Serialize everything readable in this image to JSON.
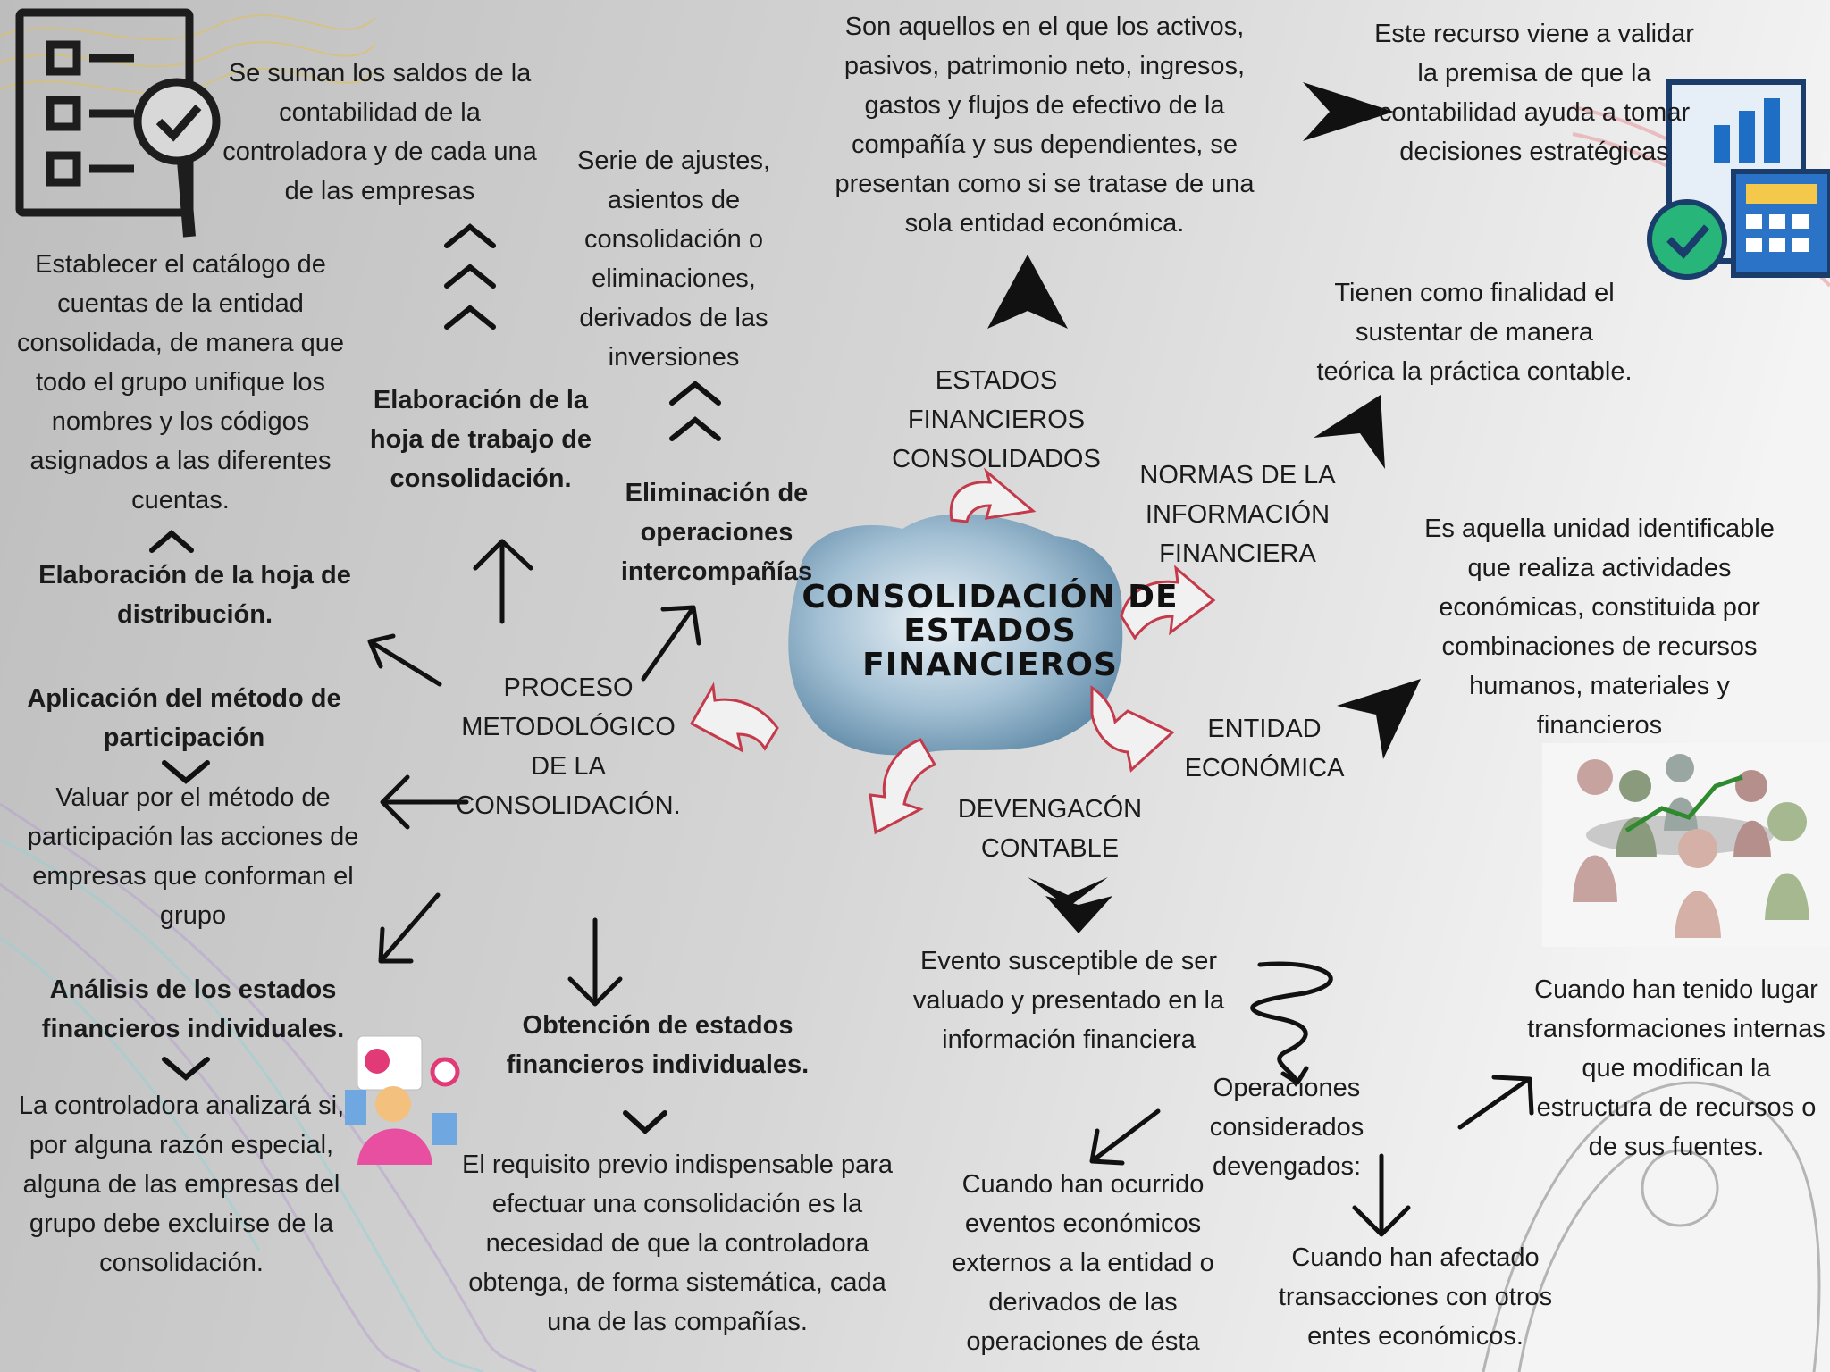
{
  "center": {
    "title": "CONSOLIDACIÓN DE ESTADOS FINANCIEROS"
  },
  "branches": {
    "estados_financieros": "ESTADOS FINANCIEROS CONSOLIDADOS",
    "normas": "NORMAS DE LA INFORMACIÓN FINANCIERA",
    "entidad": "ENTIDAD ECONÓMICA",
    "devengacion": "DEVENGACÓN CONTABLE",
    "proceso": "PROCESO METODOLÓGICO DE LA CONSOLIDACIÓN."
  },
  "definitions": {
    "estados_financieros": "Son aquellos en el que los activos, pasivos, patrimonio neto, ingresos, gastos y flujos de efectivo de la compañía y sus dependientes, se presentan como si se tratase de una sola entidad económica.",
    "recurso": "Este recurso viene a validar la premisa de que la contabilidad ayuda a tomar decisiones estratégicas",
    "normas": "Tienen como finalidad el sustentar de manera teórica la práctica contable.",
    "entidad": "Es aquella unidad identificable que realiza actividades económicas, constituida por combinaciones de recursos humanos, materiales y financieros",
    "devengacion": "Evento susceptible de ser valuado y presentado en la información financiera",
    "operaciones_title": "Operaciones considerados devengados:",
    "op_externos": "Cuando han ocurrido eventos económicos externos a la entidad o derivados de las operaciones de ésta",
    "op_transacciones": "Cuando han afectado transacciones con otros entes económicos.",
    "op_internas": "Cuando han tenido lugar transformaciones internas que modifican la estructura de recursos o de sus fuentes."
  },
  "process": {
    "suman_saldos": "Se suman los saldos de la contabilidad de la controladora y de cada una de las empresas",
    "serie_ajustes": "Serie de ajustes, asientos de consolidación o eliminaciones, derivados de las inversiones",
    "hoja_trabajo": "Elaboración de la hoja de trabajo de consolidación.",
    "eliminacion": "Eliminación de operaciones intercompañías",
    "catalogo": "Establecer el catálogo de cuentas de la entidad consolidada, de manera que todo el grupo unifique los nombres y los códigos asignados a las diferentes cuentas.",
    "hoja_distribucion": "Elaboración de la hoja de distribución.",
    "metodo_participacion": "Aplicación del método de participación",
    "valuar": "Valuar por el método de participación las acciones de empresas que conforman el grupo",
    "analisis": "Análisis de los estados financieros individuales.",
    "controladora": "La controladora analizará si, por alguna razón especial, alguna de las empresas del grupo debe excluirse de la consolidación.",
    "obtencion": "Obtención de estados financieros individuales.",
    "requisito": "El requisito previo indispensable para efectuar una consolidación es la necesidad de que la controladora obtenga, de forma sistemática, cada una de las compañías."
  },
  "colors": {
    "curved_arrow": "#c43a4b",
    "blob": "#7fa7c4",
    "ink": "#111111"
  }
}
